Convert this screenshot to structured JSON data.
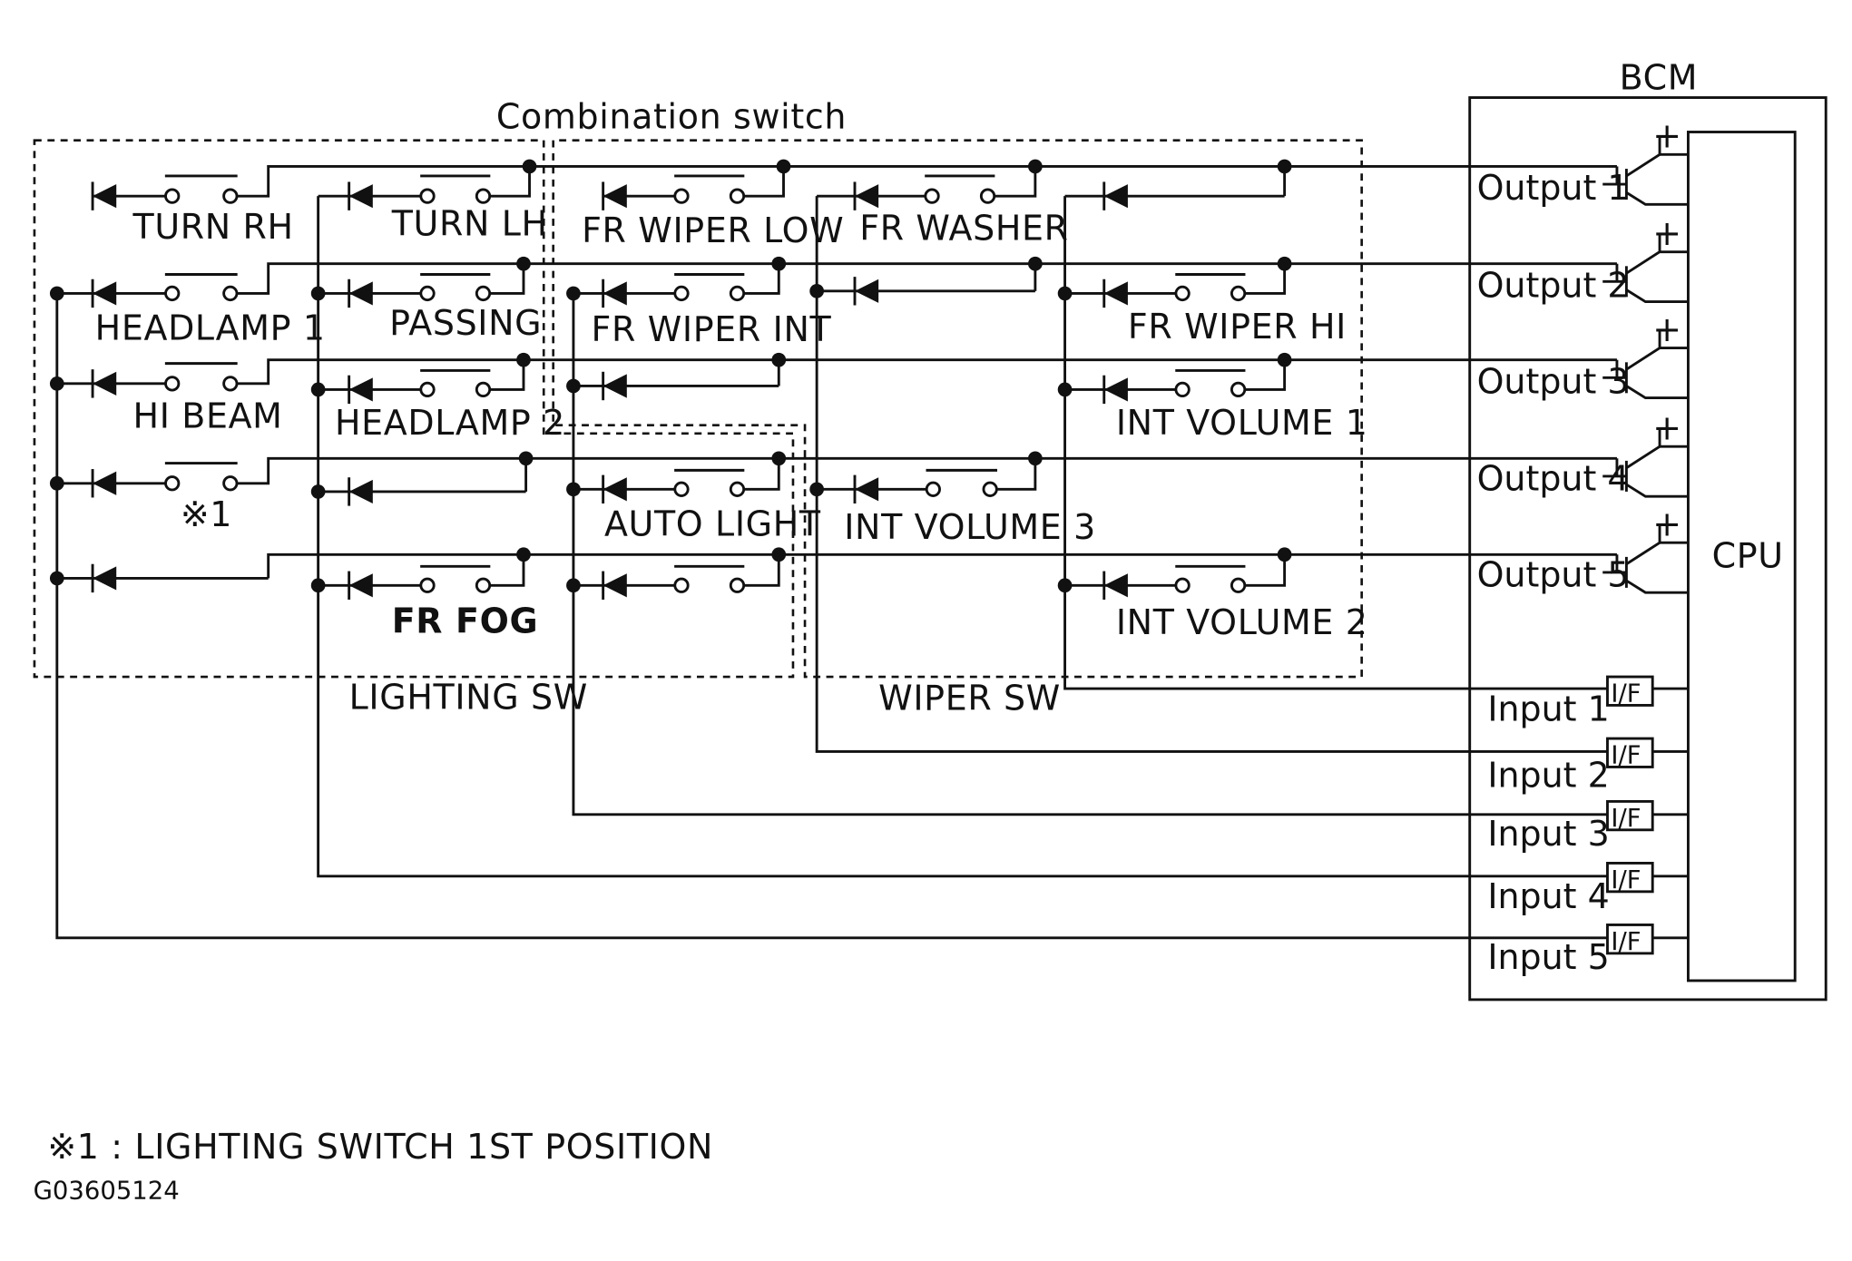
{
  "title": "Combination switch",
  "bcm_label": "BCM",
  "cpu_label": "CPU",
  "lighting_group_label": "LIGHTING SW",
  "wiper_group_label": "WIPER SW",
  "switches": {
    "turn_rh": "TURN RH",
    "turn_lh": "TURN LH",
    "headlamp_1": "HEADLAMP 1",
    "passing": "PASSING",
    "hi_beam": "HI BEAM",
    "headlamp_2": "HEADLAMP 2",
    "note_mark": "※1",
    "fr_fog": "FR FOG",
    "fr_wiper_low": "FR WIPER LOW",
    "fr_washer": "FR WASHER",
    "fr_wiper_int": "FR WIPER INT",
    "fr_wiper_hi": "FR WIPER HI",
    "int_volume_1": "INT VOLUME 1",
    "auto_light": "AUTO LIGHT",
    "int_volume_3": "INT VOLUME 3",
    "int_volume_2": "INT VOLUME 2"
  },
  "outputs": [
    "Output 1",
    "Output 2",
    "Output 3",
    "Output 4",
    "Output 5"
  ],
  "inputs": [
    "Input 1",
    "Input 2",
    "Input 3",
    "Input 4",
    "Input 5"
  ],
  "interface_label": "I/F",
  "plus_sign": "+",
  "footnote": "※1 : LIGHTING SWITCH 1ST POSITION",
  "figure_code": "G03605124"
}
